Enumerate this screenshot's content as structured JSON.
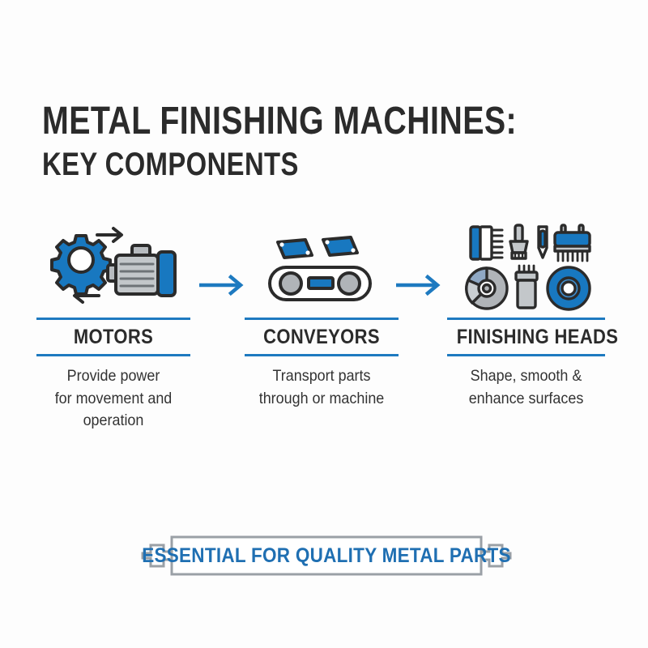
{
  "title": {
    "line1": "METAL FINISHING MACHINES:",
    "line2": "KEY COMPONENTS"
  },
  "colors": {
    "accent_blue": "#1e7ac0",
    "icon_blue": "#1878c0",
    "banner_blue": "#1f6fb2",
    "dark_text": "#2b2b2b",
    "body_text": "#333333",
    "gray_outline": "#9aa0a6",
    "icon_gray": "#b0b4b8",
    "icon_stroke": "#2b2b2b",
    "background": "#fdfdfd"
  },
  "columns": [
    {
      "icon": "motor-icon",
      "heading": "MOTORS",
      "description": "Provide power for movement and operation",
      "description_lines": [
        "Provide power",
        "for movement and",
        "operation"
      ]
    },
    {
      "icon": "conveyor-icon",
      "heading": "CONVEYORS",
      "description": "Transport parts through or machine",
      "description_lines": [
        "Transport parts",
        "through or machine"
      ]
    },
    {
      "icon": "finishing-heads-icon",
      "heading": "FINISHING HEADS",
      "description": "Shape, smooth & enhance surfaces",
      "description_lines": [
        "Shape, smooth &",
        "enhance surfaces"
      ]
    }
  ],
  "arrows": [
    {
      "name": "flow-arrow-1",
      "direction": "right"
    },
    {
      "name": "flow-arrow-2",
      "direction": "right"
    }
  ],
  "banner": {
    "text": "ESSENTIAL FOR QUALITY METAL PARTS"
  }
}
